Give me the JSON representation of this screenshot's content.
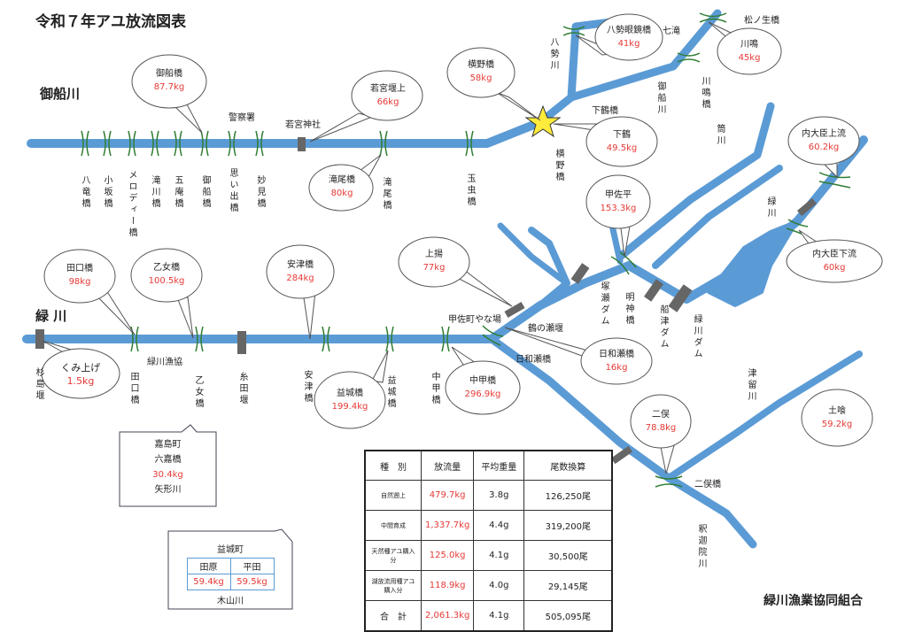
{
  "title": "令和７年アユ放流図表",
  "rivers": {
    "mifune": "御船川",
    "midori": "緑 川",
    "midori_vertical": "緑川",
    "tsuru": "津留川",
    "yahata": "八勢川",
    "mifune_vertical": "御船川",
    "kawajima_vertical": "川鳴橋",
    "sasagawa": "筒川",
    "shaka": "釈迦院川"
  },
  "place_labels": {
    "hachiryu": "八竜橋",
    "kosaka": "小坂橋",
    "melody": "メロディー橋",
    "takigawa": "滝川橋",
    "goan": "五庵橋",
    "mifune_b": "御船橋",
    "omoide": "思い出橋",
    "myoken": "妙見橋",
    "keisatsu": "警察署",
    "wakamiya": "若宮神社",
    "takio": "滝尾橋",
    "tamamushi": "玉虫橋",
    "yokono": "横野橋",
    "shimotsuru": "下鶴橋",
    "nanataki": "七滝",
    "matsunogi": "松ノ生橋",
    "sugishima": "杉島堰",
    "taguchi": "田口橋",
    "midori_gyokyo": "緑川漁協",
    "otome": "乙女橋",
    "itoda": "糸田堰",
    "yasu": "安津橋",
    "masuki": "益城橋",
    "nakako": "中甲橋",
    "koyasa_yana": "甲佐町やな場",
    "tsuru_no_se": "鶴の瀬堰",
    "hiwase": "日和瀬橋",
    "tsukase": "塚瀬ダム",
    "meijin": "明神橋",
    "funatsu": "船津ダム",
    "midori_dam": "緑川ダム",
    "futamata": "二俣橋"
  },
  "bubbles": {
    "mifune_b": {
      "name": "御船橋",
      "amount": "87.7kg"
    },
    "wakamiya_j": {
      "name": "若宮堰上",
      "amount": "66kg"
    },
    "takio": {
      "name": "滝尾橋",
      "amount": "80kg"
    },
    "yokono": {
      "name": "横野橋",
      "amount": "58kg"
    },
    "yase": {
      "name": "八勢眼鏡橋",
      "amount": "41kg"
    },
    "kawajima": {
      "name": "川鳴",
      "amount": "45kg"
    },
    "shimotsuru": {
      "name": "下鶴",
      "amount": "49.5kg"
    },
    "koyahei": {
      "name": "甲佐平",
      "amount": "153.3kg"
    },
    "uchiooomi_up": {
      "name": "内大臣上流",
      "amount": "60.2kg"
    },
    "uchiooomi_down": {
      "name": "内大臣下流",
      "amount": "60kg"
    },
    "kamiage": {
      "name": "上揚",
      "amount": "77kg"
    },
    "hiwase": {
      "name": "日和瀬橋",
      "amount": "16kg"
    },
    "taguchi": {
      "name": "田口橋",
      "amount": "98kg"
    },
    "otome": {
      "name": "乙女橋",
      "amount": "100.5kg"
    },
    "yasu": {
      "name": "安津橋",
      "amount": "284kg"
    },
    "kumiage": {
      "name": "くみ上げ",
      "amount": "1.5kg"
    },
    "masuki": {
      "name": "益城橋",
      "amount": "199.4kg"
    },
    "nakako": {
      "name": "中甲橋",
      "amount": "296.9kg"
    },
    "futamata": {
      "name": "二俣",
      "amount": "78.8kg"
    },
    "dofun": {
      "name": "土喰",
      "amount": "59.2kg"
    }
  },
  "kashima_box": {
    "line1": "嘉島町",
    "line2": "六嘉橋",
    "amount": "30.4kg",
    "line3": "矢形川"
  },
  "mashiki_box": {
    "title": "益城町",
    "col1": "田原",
    "col2": "平田",
    "amt1": "59.4kg",
    "amt2": "59.5kg",
    "river": "木山川"
  },
  "table": {
    "headers": [
      "種　別",
      "放流量",
      "平均重量",
      "尾数換算"
    ],
    "rows": [
      {
        "type": "自然遡上",
        "amount": "479.7kg",
        "avg": "3.8g",
        "count": "126,250尾"
      },
      {
        "type": "中間育成",
        "amount": "1,337.7kg",
        "avg": "4.4g",
        "count": "319,200尾"
      },
      {
        "type": "天然種アユ購入分",
        "amount": "125.0kg",
        "avg": "4.1g",
        "count": "30,500尾"
      },
      {
        "type": "湖放流用種アユ購入分",
        "amount": "118.9kg",
        "avg": "4.0g",
        "count": "29,145尾"
      },
      {
        "type": "合　計",
        "amount": "2,061.3kg",
        "avg": "4.1g",
        "count": "505,095尾"
      }
    ]
  },
  "organization": "緑川漁業協同組合",
  "colors": {
    "river": "#5b9bd5",
    "bridge": "#2e7d32",
    "amount": "#e53935",
    "star": "#ffeb3b"
  }
}
